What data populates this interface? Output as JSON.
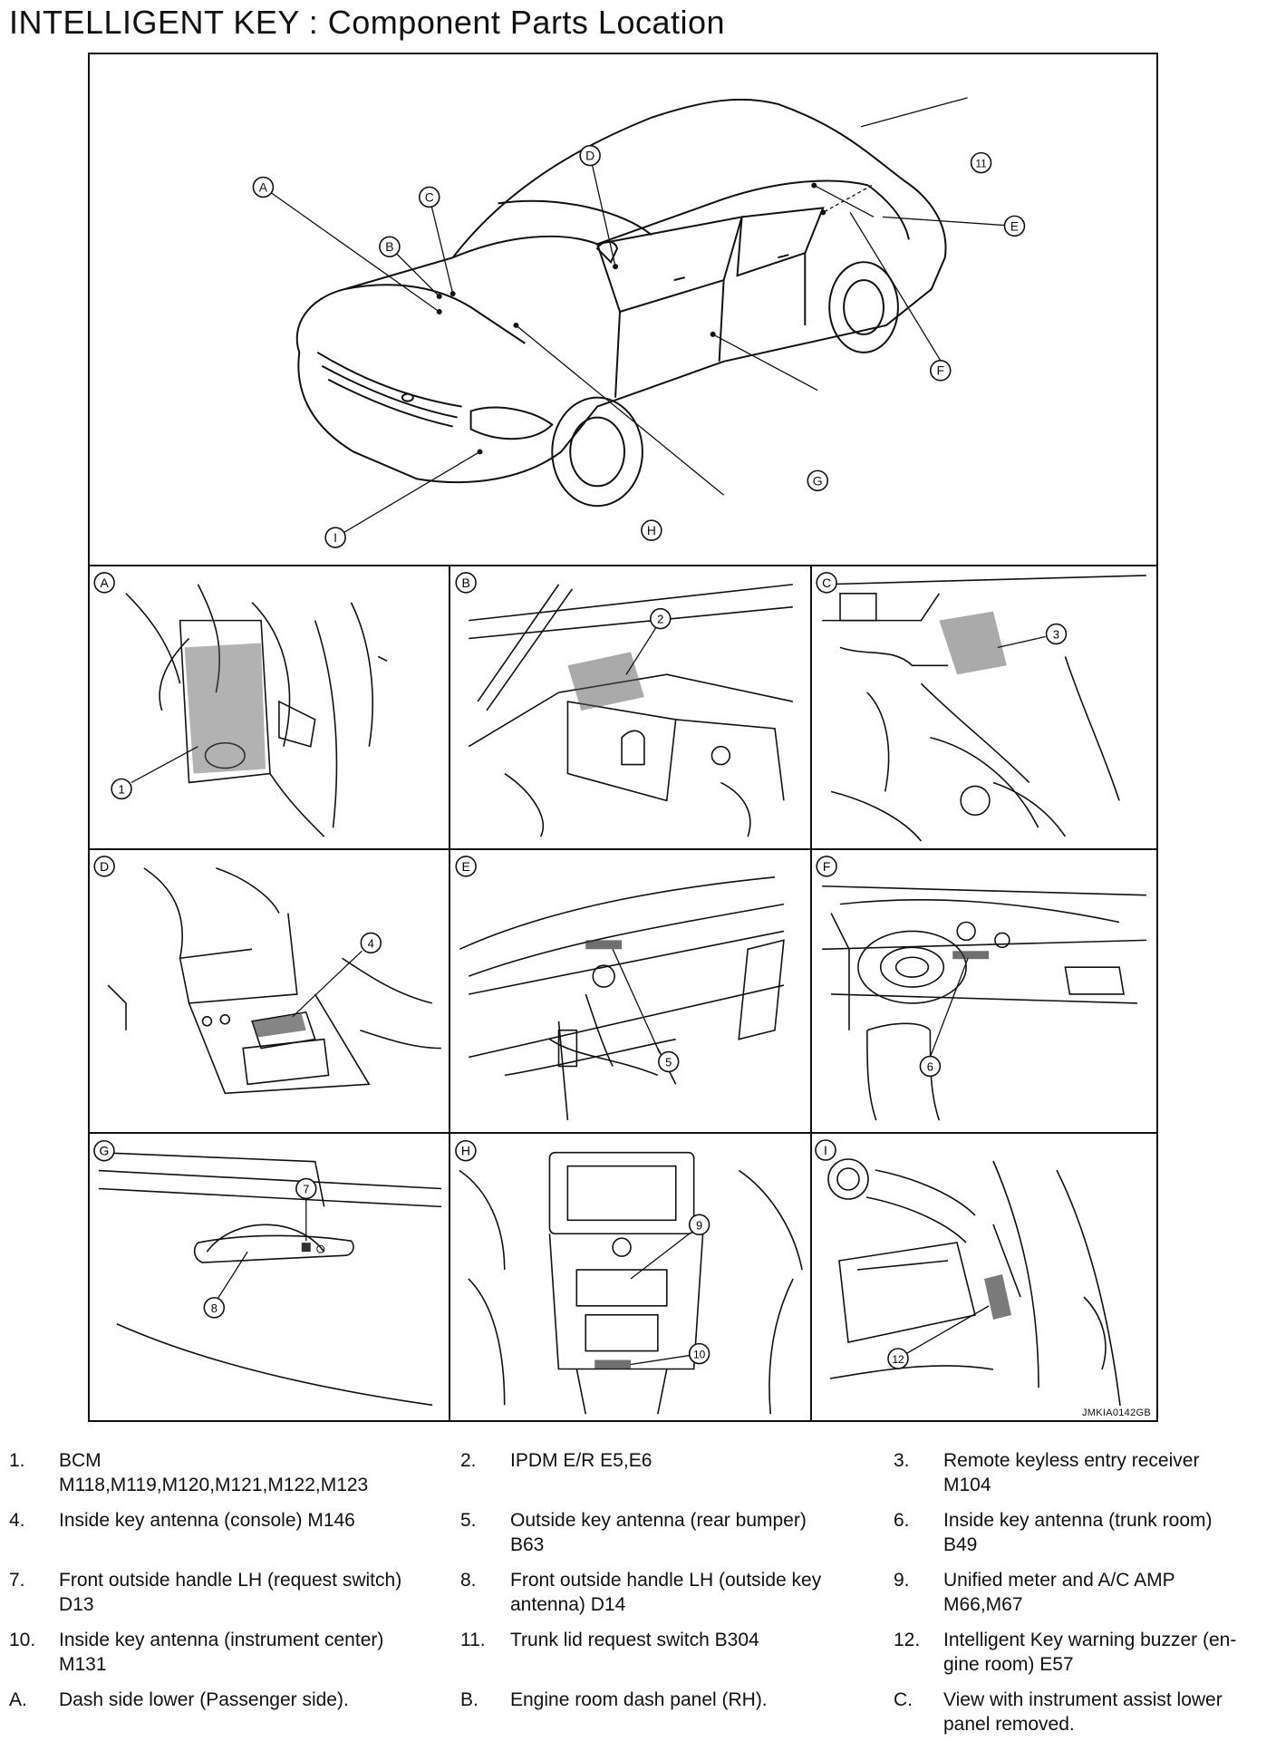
{
  "title": "INTELLIGENT KEY : Component Parts Location",
  "figure": {
    "reference_code": "JMKIA0142GB",
    "overview_callouts": [
      "A",
      "B",
      "C",
      "D",
      "E",
      "F",
      "G",
      "H",
      "I",
      "11"
    ],
    "panels": [
      {
        "letter": "A",
        "callouts": [
          "1"
        ]
      },
      {
        "letter": "B",
        "callouts": [
          "2"
        ]
      },
      {
        "letter": "C",
        "callouts": [
          "3"
        ]
      },
      {
        "letter": "D",
        "callouts": [
          "4"
        ]
      },
      {
        "letter": "E",
        "callouts": [
          "5"
        ]
      },
      {
        "letter": "F",
        "callouts": [
          "6"
        ]
      },
      {
        "letter": "G",
        "callouts": [
          "7",
          "8"
        ]
      },
      {
        "letter": "H",
        "callouts": [
          "9",
          "10"
        ]
      },
      {
        "letter": "I",
        "callouts": [
          "12"
        ]
      }
    ]
  },
  "legend": [
    [
      {
        "num": "1.",
        "text": "BCM\nM118,M119,M120,M121,M122,M123"
      },
      {
        "num": "2.",
        "text": "IPDM E/R E5,E6"
      },
      {
        "num": "3.",
        "text": "Remote keyless entry receiver\nM104"
      }
    ],
    [
      {
        "num": "4.",
        "text": "Inside key antenna (console) M146"
      },
      {
        "num": "5.",
        "text": "Outside key antenna (rear bumper)\nB63"
      },
      {
        "num": "6.",
        "text": "Inside key antenna (trunk room)\nB49"
      }
    ],
    [
      {
        "num": "7.",
        "text": "Front outside handle LH (request switch)\nD13"
      },
      {
        "num": "8.",
        "text": "Front outside handle LH (outside key\nantenna) D14"
      },
      {
        "num": "9.",
        "text": "Unified meter and A/C AMP\nM66,M67"
      }
    ],
    [
      {
        "num": "10.",
        "text": "Inside key antenna (instrument center)\nM131"
      },
      {
        "num": "11.",
        "text": "Trunk lid request switch B304"
      },
      {
        "num": "12.",
        "text": "Intelligent Key warning buzzer (en-\ngine room) E57"
      }
    ],
    [
      {
        "num": "A.",
        "text": "Dash side lower (Passenger side)."
      },
      {
        "num": "B.",
        "text": "Engine room dash panel (RH)."
      },
      {
        "num": "C.",
        "text": " View with instrument assist lower\npanel removed."
      }
    ]
  ]
}
